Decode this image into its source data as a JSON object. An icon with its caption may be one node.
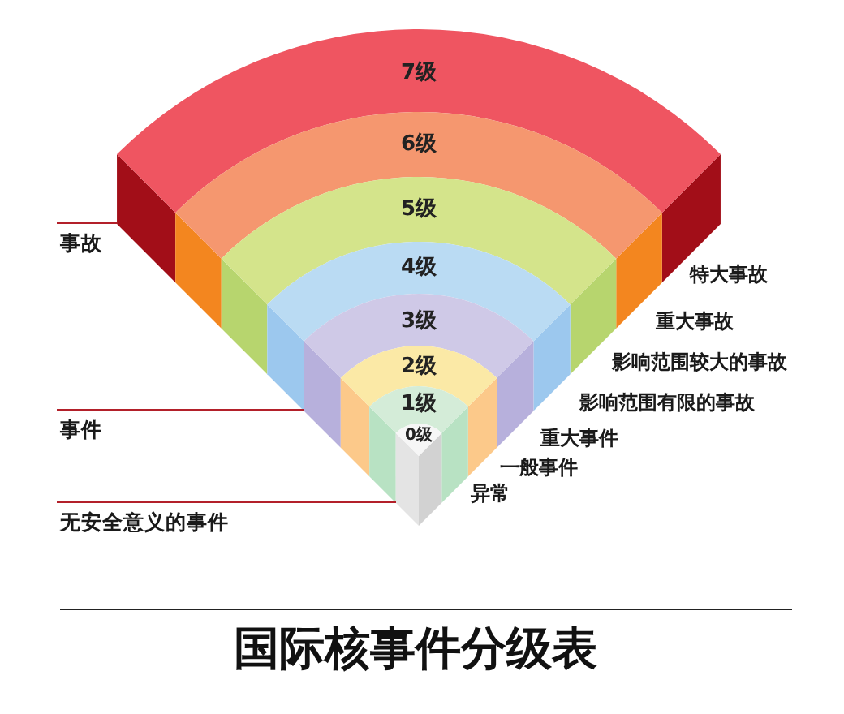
{
  "diagram": {
    "title": "国际核事件分级表",
    "nodes": [
      {
        "text": [
          "7级"
        ],
        "beside": [
          "特大事故"
        ]
      },
      {
        "text": [
          "6级"
        ],
        "beside": [
          "重大事故"
        ]
      },
      {
        "text": [
          "5级"
        ],
        "beside": [
          "影响范围较大的事故"
        ]
      },
      {
        "text": [
          "4级"
        ],
        "beside": [
          "影响范围有限的事故"
        ]
      },
      {
        "text": [
          "3级"
        ],
        "beside": [
          "重大事件"
        ]
      },
      {
        "text": [
          "2级"
        ],
        "beside": [
          "一般事件"
        ]
      },
      {
        "text": [
          "1级"
        ],
        "beside": [
          "异常"
        ]
      },
      {
        "text": [
          "0级"
        ]
      }
    ],
    "labels": [
      "事故",
      "事件",
      "无安全意义的事件"
    ]
  }
}
